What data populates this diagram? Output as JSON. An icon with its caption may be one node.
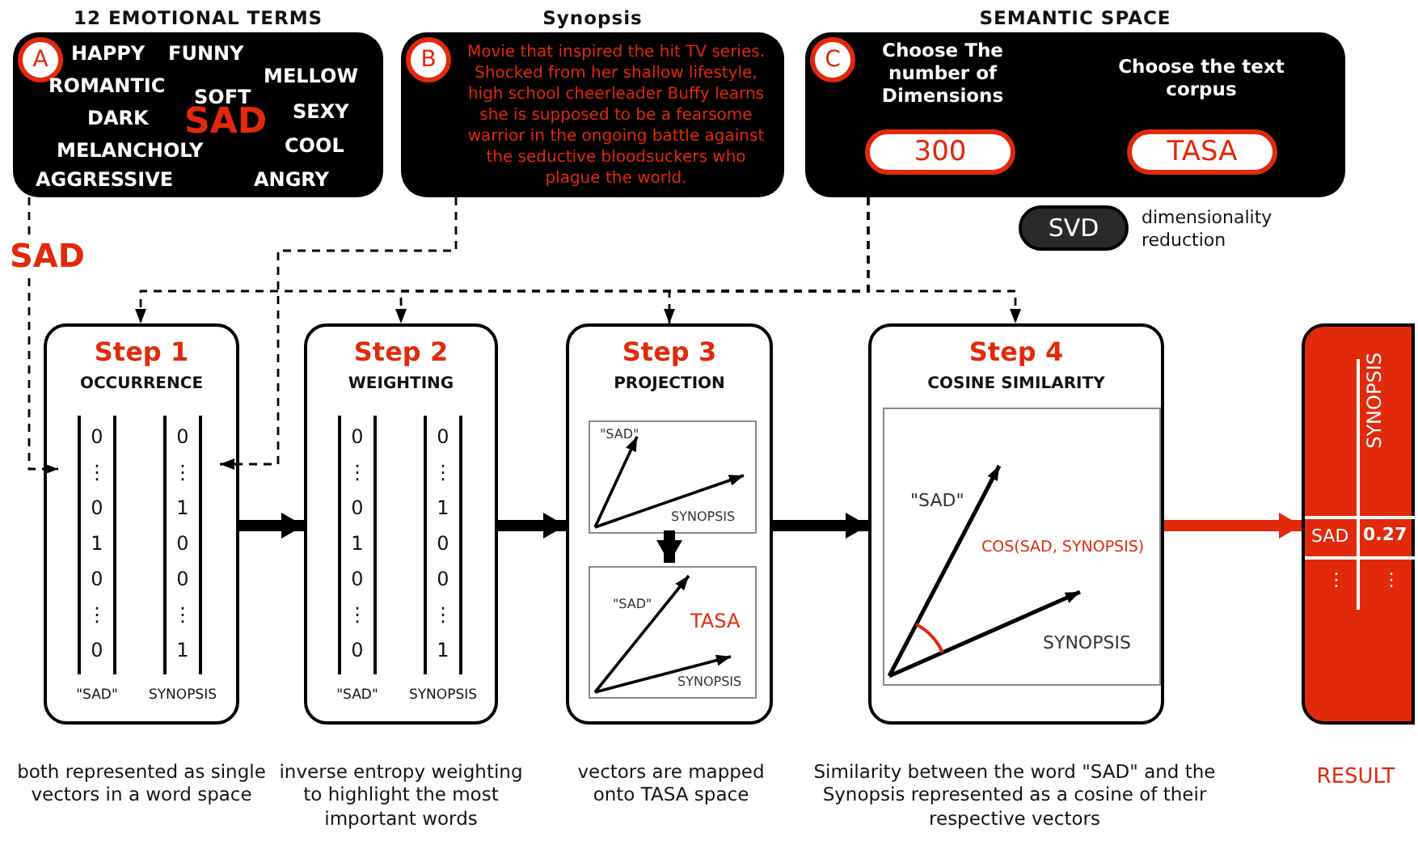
{
  "diagram": {
    "nodes": [
      {
        "text": [
          "12 EMOTIONAL TERMS",
          "A",
          "HAPPY",
          "FUNNY",
          "ROMANTIC",
          "SOFT",
          "MELLOW",
          "DARK",
          "SAD",
          "SEXY",
          "MELANCHOLY",
          "COOL",
          "AGGRESSIVE",
          "ANGRY"
        ]
      },
      {
        "text": [
          "Synopsis",
          "B",
          "Movie that inspired the hit TV series. Shocked from her shallow lifestyle, high school cheerleader Buffy learns she is supposed to be a fearsome warrior in the ongoing battle against the seductive bloodsuckers who plague the world."
        ]
      },
      {
        "text": [
          "SEMANTIC SPACE",
          "C",
          "Choose The number of Dimensions",
          "Choose the text corpus"
        ]
      },
      {
        "text": [
          "300"
        ],
        "in": 2
      },
      {
        "text": [
          "TASA"
        ],
        "in": 2
      },
      {
        "text": [
          "SVD"
        ],
        "beside": [
          "dimensionality reduction"
        ]
      },
      {
        "text": [
          "SAD"
        ]
      },
      {
        "text": [
          "Step 1",
          "OCCURRENCE"
        ],
        "beside": [
          "both represented as single vectors in a word space"
        ]
      },
      {
        "text": [
          "0",
          "⋮",
          "0",
          "1",
          "0",
          "⋮",
          "0",
          "\"SAD\""
        ],
        "in": 7
      },
      {
        "text": [
          "0",
          "⋮",
          "1",
          "0",
          "0",
          "⋮",
          "1",
          "SYNOPSIS"
        ],
        "in": 7
      },
      {
        "text": [
          "Step 2",
          "WEIGHTING"
        ],
        "beside": [
          "inverse entropy weighting to highlight the most important words"
        ]
      },
      {
        "text": [
          "0",
          "⋮",
          "0",
          "1",
          "0",
          "⋮",
          "0",
          "\"SAD\""
        ],
        "in": 10
      },
      {
        "text": [
          "0",
          "⋮",
          "1",
          "0",
          "0",
          "⋮",
          "1",
          "SYNOPSIS"
        ],
        "in": 10
      },
      {
        "text": [
          "Step 3",
          "PROJECTION"
        ],
        "beside": [
          "vectors are mapped onto TASA space"
        ]
      },
      {
        "text": [
          "\"SAD\"",
          "SYNOPSIS"
        ],
        "in": 13
      },
      {
        "text": [
          "\"SAD\"",
          "TASA",
          "SYNOPSIS"
        ],
        "in": 13
      },
      {
        "text": [
          "Step 4",
          "COSINE SIMILARITY"
        ],
        "beside": [
          "Similarity between the word \"SAD\" and the Synopsis represented as a cosine of their respective vectors"
        ]
      },
      {
        "text": [
          "\"SAD\"",
          "COS(SAD, SYNOPSIS)",
          "SYNOPSIS"
        ],
        "in": 16
      },
      {
        "text": [
          "SYNOPSIS",
          "SAD",
          "0.27",
          "⋮",
          "⋮"
        ],
        "beside": [
          "RESULT"
        ]
      }
    ],
    "edges": [
      {
        "from": 0,
        "to": 6,
        "arrow": "none",
        "style": "dashed"
      },
      {
        "from": 6,
        "to": 8,
        "arrow": "to",
        "style": "dashed"
      },
      {
        "from": 1,
        "to": 9,
        "arrow": "to",
        "style": "dashed"
      },
      {
        "from": 2,
        "to": 7,
        "arrow": "to",
        "style": "dashed"
      },
      {
        "from": 2,
        "to": 10,
        "arrow": "to",
        "style": "dashed"
      },
      {
        "from": 2,
        "to": 13,
        "arrow": "to",
        "style": "dashed"
      },
      {
        "from": 2,
        "to": 16,
        "arrow": "to",
        "style": "dashed"
      },
      {
        "from": 7,
        "to": 10,
        "arrow": "to",
        "style": "thick"
      },
      {
        "from": 10,
        "to": 13,
        "arrow": "to",
        "style": "thick"
      },
      {
        "from": 14,
        "to": 15,
        "arrow": "to",
        "style": "thick"
      },
      {
        "from": 13,
        "to": 16,
        "arrow": "to",
        "style": "thick"
      },
      {
        "from": 16,
        "to": 18,
        "arrow": "to",
        "style": "thick",
        "color": "#e2290b"
      }
    ]
  }
}
